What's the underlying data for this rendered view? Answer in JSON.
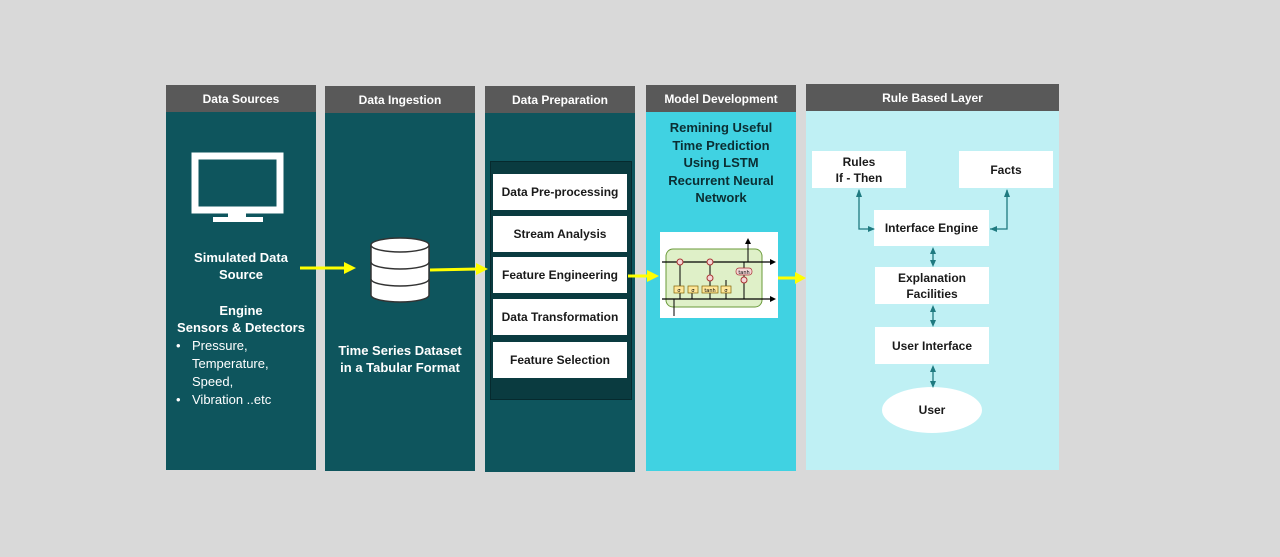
{
  "columns": {
    "data_sources": {
      "header": "Data Sources",
      "source_label": "Simulated Data Source",
      "engine_title": "Engine",
      "engine_subtitle": "Sensors & Detectors",
      "bullets": [
        "Pressure,",
        "Temperature,",
        "Speed,",
        "Vibration ..etc"
      ]
    },
    "data_ingestion": {
      "header": "Data Ingestion",
      "dataset_label": "Time Series Dataset in a Tabular Format"
    },
    "data_preparation": {
      "header": "Data Preparation",
      "steps": [
        "Data Pre-processing",
        "Stream Analysis",
        "Feature Engineering",
        "Data Transformation",
        "Feature Selection"
      ]
    },
    "model_development": {
      "header": "Model Development",
      "title": "Remining Useful Time Prediction Using LSTM Recurrent Neural Network"
    },
    "rule_based_layer": {
      "header": "Rule Based Layer",
      "rules": "Rules\nIf - Then",
      "facts": "Facts",
      "interface_engine": "Interface Engine",
      "explanation": "Explanation Facilities",
      "user_interface": "User Interface",
      "user": "User"
    }
  },
  "lstm_labels": [
    "σ",
    "σ",
    "tanh",
    "σ",
    "tanh"
  ],
  "colors": {
    "background": "#d9d9d9",
    "header": "#595959",
    "dark_teal": "#0e555d",
    "cyan": "#40d2e2",
    "light_cyan": "#bff0f4",
    "arrow_yellow": "#ffff00",
    "connector_teal": "#1f7a80"
  }
}
